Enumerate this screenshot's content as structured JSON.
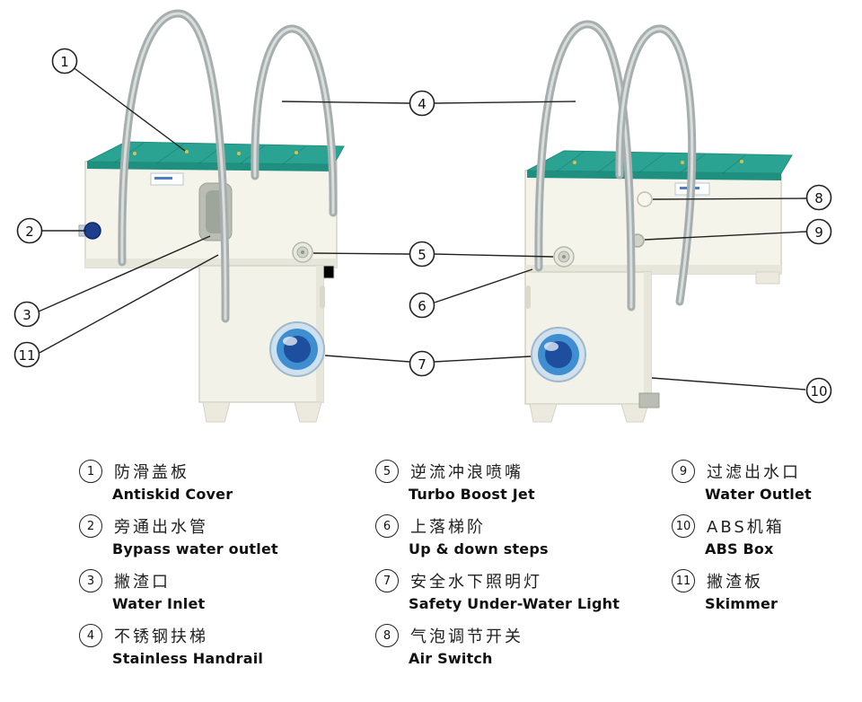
{
  "callouts": {
    "c1": "1",
    "c2": "2",
    "c3": "3",
    "c4": "4",
    "c5": "5",
    "c6": "6",
    "c7": "7",
    "c8": "8",
    "c9": "9",
    "c10": "10",
    "c11": "11"
  },
  "legend": {
    "items": [
      {
        "num": "1",
        "zh": "防滑盖板",
        "en": "Antiskid Cover"
      },
      {
        "num": "2",
        "zh": "旁通出水管",
        "en": "Bypass water outlet"
      },
      {
        "num": "3",
        "zh": "撇渣口",
        "en": "Water Inlet"
      },
      {
        "num": "4",
        "zh": "不锈钢扶梯",
        "en": "Stainless Handrail"
      },
      {
        "num": "5",
        "zh": "逆流冲浪喷嘴",
        "en": "Turbo Boost Jet"
      },
      {
        "num": "6",
        "zh": "上落梯阶",
        "en": "Up & down steps"
      },
      {
        "num": "7",
        "zh": "安全水下照明灯",
        "en": "Safety Under-Water Light"
      },
      {
        "num": "8",
        "zh": "气泡调节开关",
        "en": "Air Switch"
      },
      {
        "num": "9",
        "zh": "过滤出水口",
        "en": "Water Outlet"
      },
      {
        "num": "10",
        "zh": "ABS机箱",
        "en": "ABS Box"
      },
      {
        "num": "11",
        "zh": "撇渣板",
        "en": "Skimmer"
      }
    ]
  },
  "colors": {
    "cover_teal": "#2aa392",
    "cover_edge": "#1f8f7f",
    "body_white": "#f4f4ea",
    "rail_gray": "#a7aeae",
    "light_outer": "#cfe0ee",
    "light_mid": "#3f8fd0",
    "light_core": "#1d4f9e",
    "knob_blue": "#1c3e8c",
    "leader_line": "#222222"
  }
}
